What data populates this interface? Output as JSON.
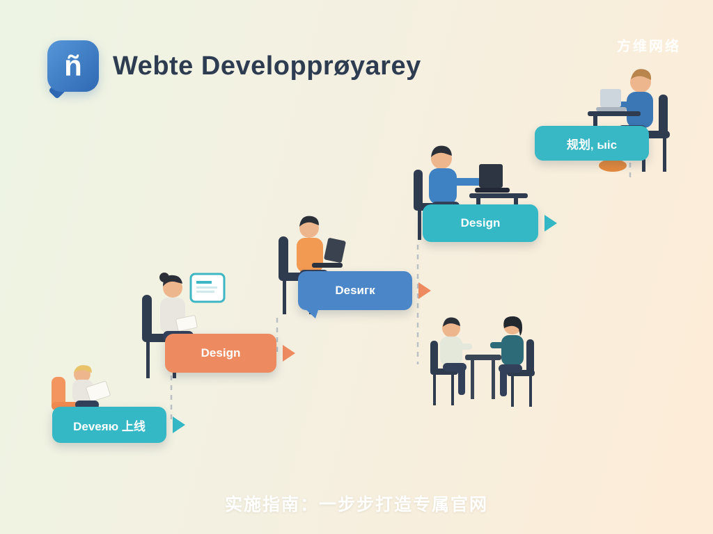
{
  "watermark": "方维网络",
  "logo": {
    "letter": "ñ"
  },
  "title": "Webte Developprøyarey",
  "caption": "实施指南：一步步打造专属官网",
  "steps": [
    {
      "label": "Devеяю 上线",
      "color": "#35b8c6",
      "arrow": "#35b8c6"
    },
    {
      "label": "Design",
      "color": "#ee8a5f",
      "arrow": "#ee8a5f"
    },
    {
      "label": "Desигк",
      "color": "#4a86c8",
      "arrow": "#ee8a5f"
    },
    {
      "label": "Design",
      "color": "#35b8c6",
      "arrow": "#35b8c6"
    },
    {
      "label": "规划, ыіс",
      "color": "#38b7c4",
      "arrow": null
    }
  ],
  "illustrations": [
    {
      "name": "person-reading-illustration",
      "description": "person on orange chair reading a sheet"
    },
    {
      "name": "person-with-monitor-illustration",
      "description": "seated person with floating teal screen card"
    },
    {
      "name": "person-orange-shirt-laptop-illustration",
      "description": "person in orange shirt using laptop"
    },
    {
      "name": "person-blue-shirt-desk-illustration",
      "description": "person in blue shirt typing on laptop at desk"
    },
    {
      "name": "person-top-right-desk-illustration",
      "description": "person in blue shirt at desk with silver laptop"
    },
    {
      "name": "meeting-pair-illustration",
      "description": "two people talking across a small table"
    }
  ],
  "colors": {
    "background_left": "#edf4e3",
    "background_right": "#fdecd7",
    "title_text": "#2e3c52",
    "teal": "#35b8c6",
    "coral": "#ee8a5f",
    "blue": "#4a86c8",
    "chair_dark": "#2f3b4f"
  }
}
